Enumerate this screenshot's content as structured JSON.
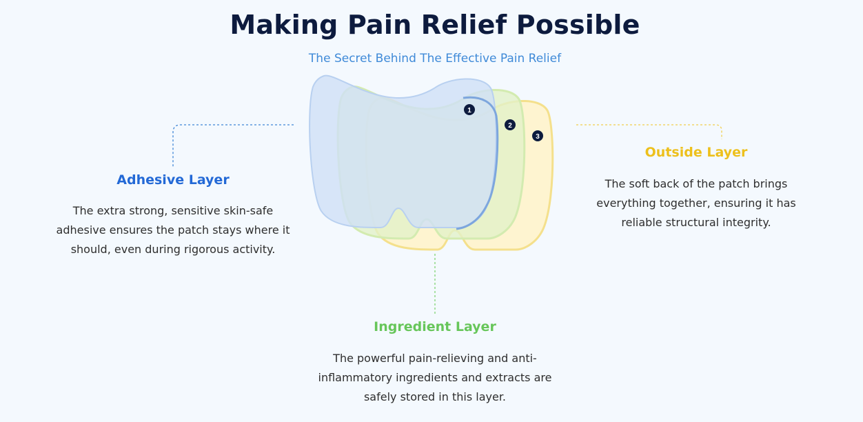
{
  "header": {
    "title": "Making Pain Relief Possible",
    "subtitle": "The Secret Behind The Effective Pain Relief"
  },
  "layers": {
    "adhesive": {
      "title": "Adhesive Layer",
      "description": "The extra strong, sensitive skin-safe adhesive ensures the patch stays where it should, even during rigorous activity.",
      "color": "#2369d6"
    },
    "outside": {
      "title": "Outside Layer",
      "description": "The soft back of the patch brings everything together, ensuring it has reliable structural integrity.",
      "color": "#edc01b"
    },
    "ingredient": {
      "title": "Ingredient Layer",
      "description": "The powerful pain-relieving and anti-inflammatory ingredients and extracts are safely stored in this layer.",
      "color": "#67c65a"
    }
  },
  "diagram": {
    "markers": [
      "1",
      "2",
      "3"
    ]
  }
}
